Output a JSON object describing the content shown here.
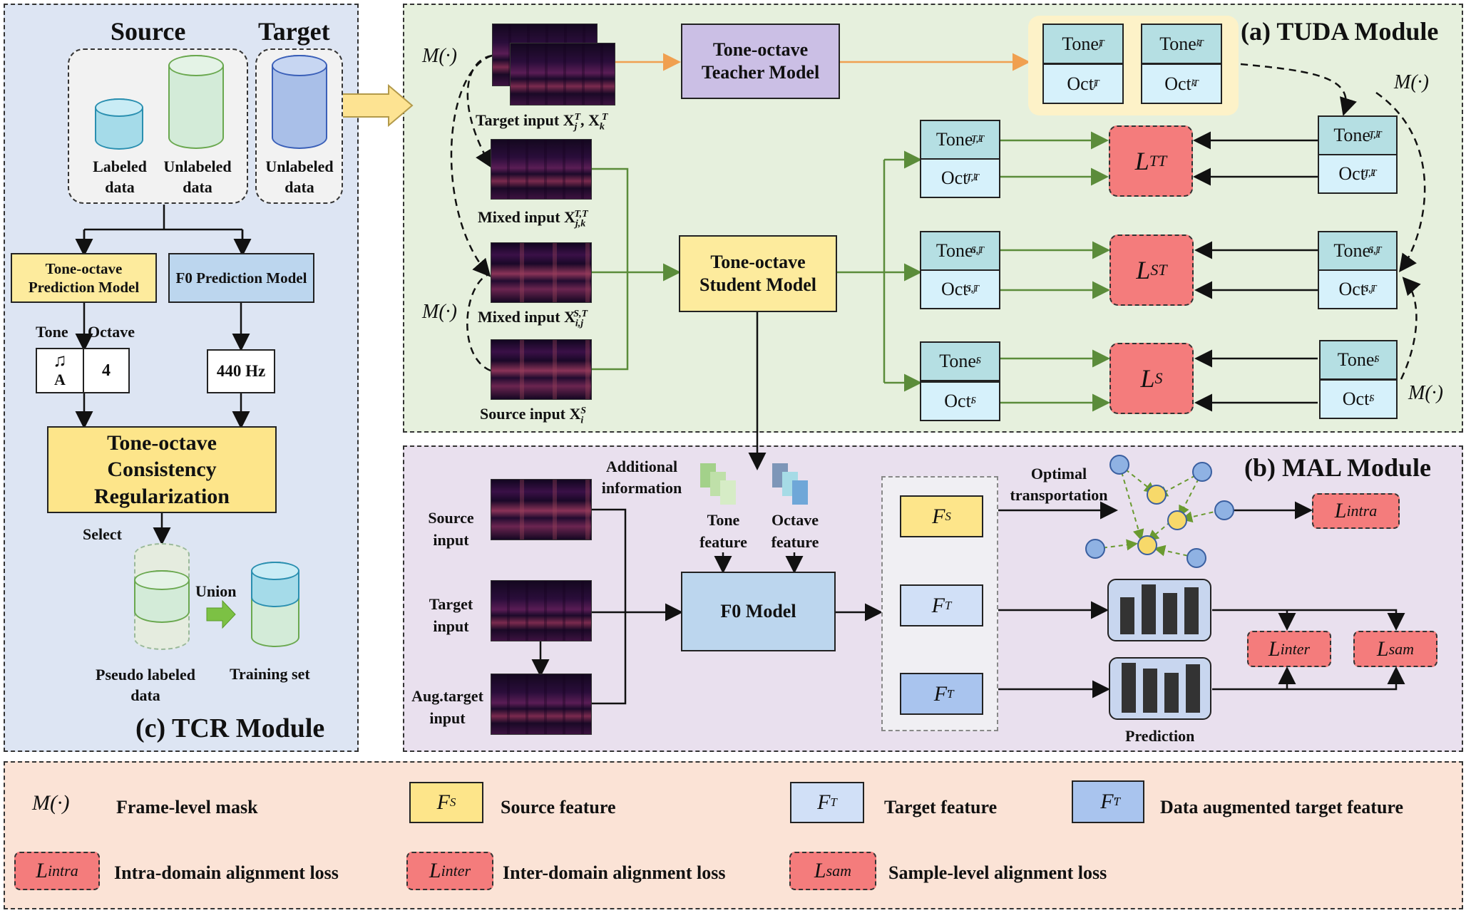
{
  "tcr": {
    "source_title": "Source",
    "target_title": "Target",
    "labeled": "Labeled data",
    "unlabeled_src": "Unlabeled data",
    "unlabeled_tgt": "Unlabeled data",
    "tone_octave_model": "Tone-octave Prediction Model",
    "f0_model": "F0 Prediction Model",
    "tone_label": "Tone",
    "octave_label": "Octave",
    "tone_value": "A",
    "octave_value": "4",
    "hz_value": "440 Hz",
    "tcr_box": "Tone-octave Consistency Regularization",
    "select": "Select",
    "union": "Union",
    "pseudo": "Pseudo labeled data",
    "training": "Training set",
    "module_title": "(c) TCR Module"
  },
  "tuda": {
    "module_title": "(a) TUDA Module",
    "mask": "M(·)",
    "teacher": "Tone-octave Teacher Model",
    "student": "Tone-octave Student Model",
    "target_input": "Target input X",
    "mixed_tt": "Mixed input X",
    "mixed_st": "Mixed input X",
    "source_input": "Source input X",
    "tone": "Tone",
    "oct": "Oct",
    "loss_tt": "L",
    "loss_tt_sub": "TT",
    "loss_st": "L",
    "loss_st_sub": "ST",
    "loss_s": "L",
    "loss_s_sub": "S"
  },
  "mal": {
    "module_title": "(b) MAL Module",
    "additional": "Additional information",
    "tone_feature": "Tone feature",
    "octave_feature": "Octave feature",
    "source_input": "Source input",
    "target_input": "Target input",
    "aug_input": "Aug.target input",
    "f0_model": "F0 Model",
    "optimal": "Optimal transportation",
    "prediction": "Prediction",
    "fs": "F",
    "fs_sub": "S",
    "ft": "F",
    "ft_sub": "T",
    "ftp": "F",
    "ftp_sub": "T",
    "l_intra": "intra",
    "l_inter": "inter",
    "l_sam": "sam"
  },
  "legend": {
    "mask_symbol": "M(·)",
    "mask_text": "Frame-level mask",
    "source_feature": "Source feature",
    "target_feature": "Target feature",
    "aug_feature": "Data augmented target feature",
    "intra_text": "Intra-domain alignment loss",
    "inter_text": "Inter-domain alignment loss",
    "sam_text": "Sample-level alignment loss"
  },
  "colors": {
    "tcr_bg": "#dde5f3",
    "tuda_bg": "#e6f0dd",
    "mal_bg": "#e9e0ee",
    "legend_bg": "#fbe3d6",
    "yellow": "#fdeb9d",
    "blue_box": "#bcd6ee",
    "cyan_box": "#d6f1fb",
    "loss_red": "#f47c7c",
    "green_line": "#5b8c3a",
    "orange_line": "#f0a050"
  }
}
